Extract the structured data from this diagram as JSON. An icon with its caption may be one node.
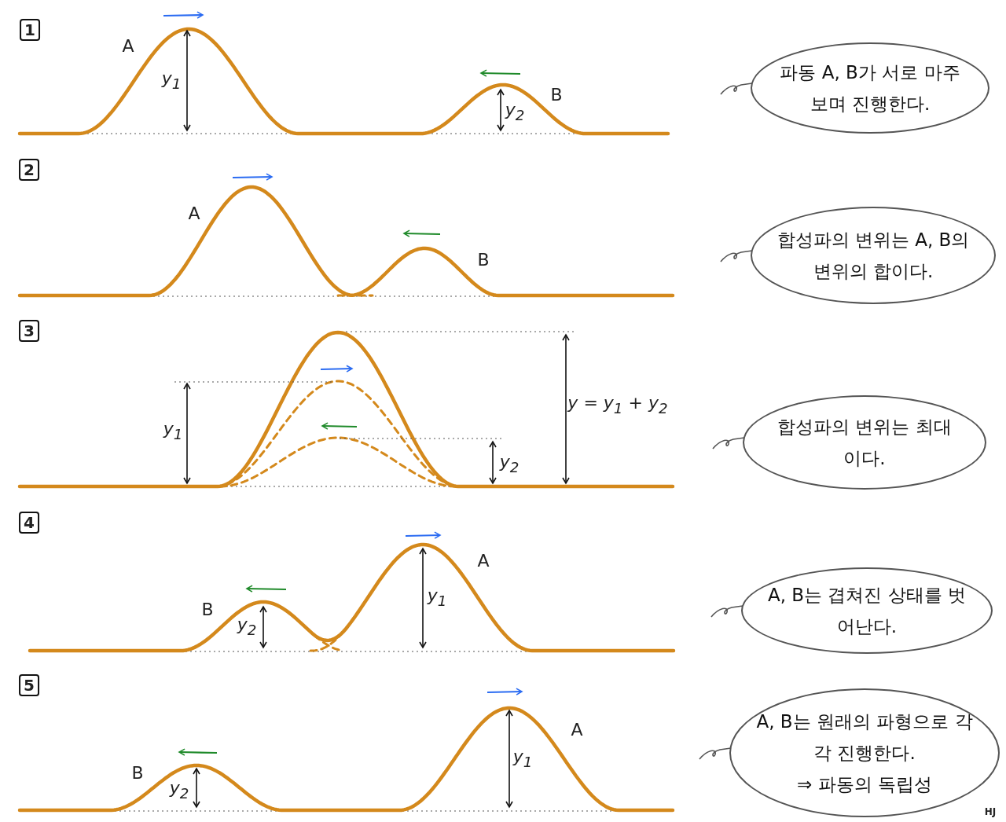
{
  "diagram": {
    "nodes": [
      {
        "text": [
          "파동 A, B가 서로 마주 보며 진행한다."
        ]
      },
      {
        "text": [
          "합성파의 변위는 A, B의 변위의 합이다."
        ]
      },
      {
        "text": [
          "합성파의 변위는 최대이다."
        ]
      },
      {
        "text": [
          "A, B는 겹쳐진 상태를 벗어난다."
        ]
      },
      {
        "text": [
          "A, B는 원래의 파형으로 각각 진행한다.",
          "⇒ 파동의 독립성"
        ]
      }
    ],
    "labels": [
      "1",
      "A",
      "y$_{1}$",
      "y$_{2}$",
      "B",
      "2",
      "A",
      "B",
      "3",
      "y$_{1}$",
      "y = y$_{1}$ + y$_{2}$",
      "y$_{2}$",
      "4",
      "A",
      "y$_{1}$",
      "B",
      "y$_{2}$",
      "5",
      "A",
      "B",
      "y$_{1}$",
      "y$_{2}$",
      "HJ"
    ]
  }
}
